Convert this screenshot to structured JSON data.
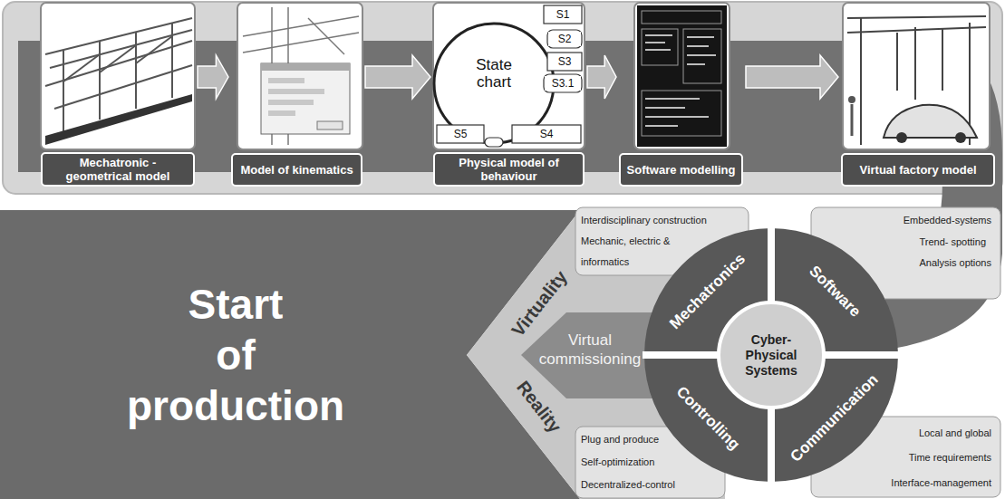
{
  "diagram": {
    "nodes": [
      {
        "text": [
          "Mechatronic - geometrical model"
        ]
      },
      {
        "text": [
          "Model of kinematics"
        ]
      },
      {
        "text": [
          "Physical model of behaviour"
        ]
      },
      {
        "text": [
          "Software modelling"
        ]
      },
      {
        "text": [
          "Virtual factory model"
        ]
      },
      {
        "text": [
          "Start of production"
        ]
      },
      {
        "text": [
          "Virtual commissioning"
        ]
      },
      {
        "text": [
          "Mechatronics"
        ]
      },
      {
        "text": [
          "Software"
        ]
      },
      {
        "text": [
          "Controlling"
        ]
      },
      {
        "text": [
          "Communication"
        ]
      },
      {
        "text": [
          "Cyber-Physical Systems"
        ]
      },
      {
        "text": [
          "Interdisciplinary construction",
          "Mechanic, electric & informatics"
        ]
      },
      {
        "text": [
          "Embedded-systems",
          "Trend- spotting",
          "Analysis options"
        ]
      },
      {
        "text": [
          "Plug and produce",
          "Self-optimization",
          "Decentralized-control"
        ]
      },
      {
        "text": [
          "Local and global",
          "Time requirements",
          "Interface-management"
        ]
      }
    ],
    "edges": [
      {
        "from": 0,
        "to": 1,
        "arrow": "to"
      },
      {
        "from": 1,
        "to": 2,
        "arrow": "to"
      },
      {
        "from": 2,
        "to": 3,
        "arrow": "to"
      },
      {
        "from": 3,
        "to": 4,
        "arrow": "to"
      }
    ],
    "labels": [
      "State chart",
      "S1",
      "S2",
      "S3",
      "S3.1",
      "S4",
      "S5",
      "Virtuality",
      "Reality"
    ]
  }
}
